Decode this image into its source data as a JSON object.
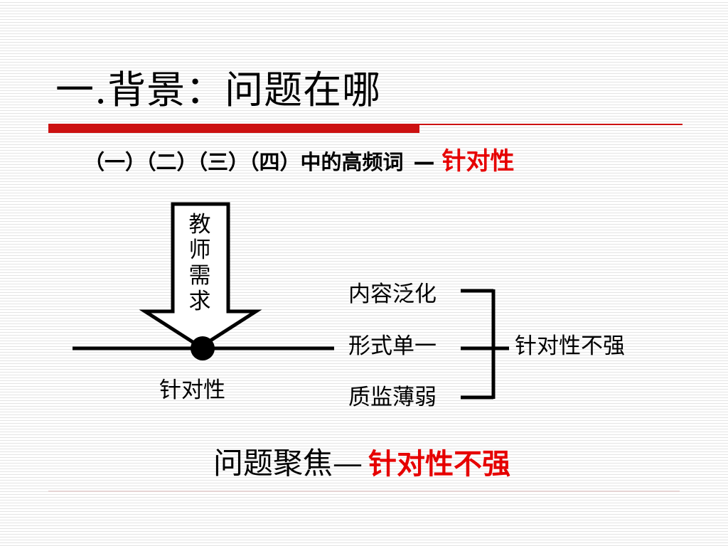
{
  "slide": {
    "title": "一.背景：问题在哪",
    "subtitle": {
      "main": "（一）（二）（三）（四）中的高频词",
      "dash": "—",
      "highlight": "针对性"
    },
    "diagram": {
      "arrow_label": "教师需求",
      "node_label": "针对性",
      "items": [
        "内容泛化",
        "形式单一",
        "质监薄弱"
      ],
      "result": "针对性不强"
    },
    "focus": {
      "label": "问题聚焦—",
      "highlight": "针对性不强"
    }
  },
  "colors": {
    "accent_red": "#cc1111",
    "highlight_red": "#e60000",
    "text": "#000000"
  }
}
